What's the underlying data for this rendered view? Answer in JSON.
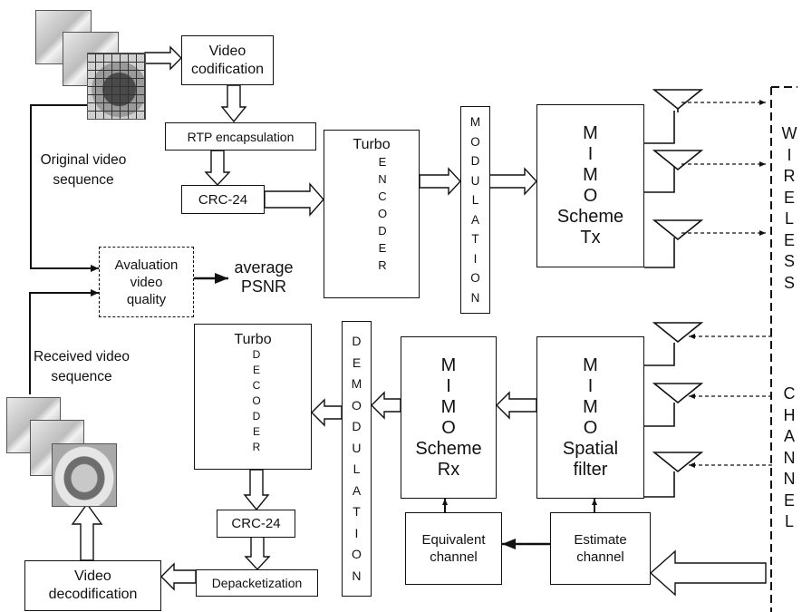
{
  "boxes": {
    "video_codification": "Video\ncodification",
    "rtp_encapsulation": "RTP encapsulation",
    "crc_top": "CRC-24",
    "evaluation": "Avaluation\nvideo\nquality",
    "crc_bottom": "CRC-24",
    "depacketization": "Depacketization",
    "video_decodification": "Video\ndecodification",
    "equivalent_channel": "Equivalent\nchannel",
    "estimate_channel": "Estimate\nchannel"
  },
  "turbo_encoder": {
    "title": "Turbo",
    "letters": "E\nN\nC\nO\nD\nE\nR"
  },
  "turbo_decoder": {
    "title": "Turbo",
    "letters": "D\nE\nC\nO\nD\nE\nR"
  },
  "modulation": "M\nO\nD\nU\nL\nA\nT\nI\nO\nN",
  "demodulation": "D\nE\nM\nO\nD\nU\nL\nA\nT\nI\nO\nN",
  "mimo_tx": "M\nI\nM\nO\nScheme\nTx",
  "mimo_rx": "M\nI\nM\nO\nScheme\nRx",
  "mimo_spatial": "M\nI\nM\nO\nSpatial\nfilter",
  "labels": {
    "original_sequence": "Original video\nsequence",
    "received_sequence": "Received video\nsequence",
    "average_psnr": "average\nPSNR"
  },
  "channel_letters": {
    "wireless": "W\nI\nR\nE\nL\nE\nS\nS",
    "channel": "C\nH\nA\nN\nN\nE\nL"
  }
}
